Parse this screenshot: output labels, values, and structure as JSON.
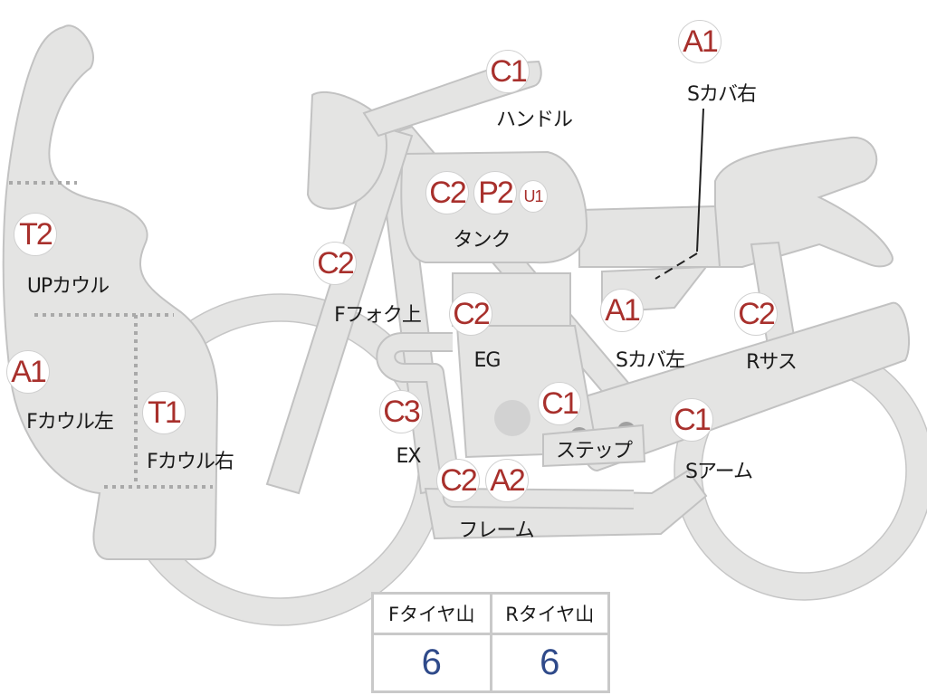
{
  "parts": {
    "handle": {
      "grade": "C1",
      "label": "ハンドル"
    },
    "side_cover_right": {
      "grade": "A1",
      "label": "Sカバ右"
    },
    "tank": {
      "grades": [
        "C2",
        "P2"
      ],
      "sub": "U1",
      "label": "タンク"
    },
    "upper_cowl": {
      "grade": "T2",
      "label": "UPカウル"
    },
    "front_fork_upper": {
      "grade": "C2",
      "label": "Fフォク上"
    },
    "engine": {
      "grade": "C2",
      "label": "EG"
    },
    "side_cover_left": {
      "grade": "A1",
      "label": "Sカバ左"
    },
    "rear_suspension": {
      "grade": "C2",
      "label": "Rサス"
    },
    "front_cowl_left": {
      "grade": "A1",
      "label": "Fカウル左"
    },
    "front_cowl_right": {
      "grade": "T1",
      "label": "Fカウル右"
    },
    "exhaust": {
      "grade": "C3",
      "label": "EX"
    },
    "step": {
      "grade": "C1",
      "label": "ステップ"
    },
    "swing_arm": {
      "grade": "C1",
      "label": "Sアーム"
    },
    "frame": {
      "grades": [
        "C2",
        "A2"
      ],
      "label": "フレーム"
    }
  },
  "tire_tread": {
    "front_header": "Fタイヤ山",
    "rear_header": "Rタイヤ山",
    "front_value": "6",
    "rear_value": "6"
  },
  "colors": {
    "grade_text": "#a8302c",
    "tread_value": "#2f4a8a",
    "part_fill": "#e4e4e3"
  }
}
